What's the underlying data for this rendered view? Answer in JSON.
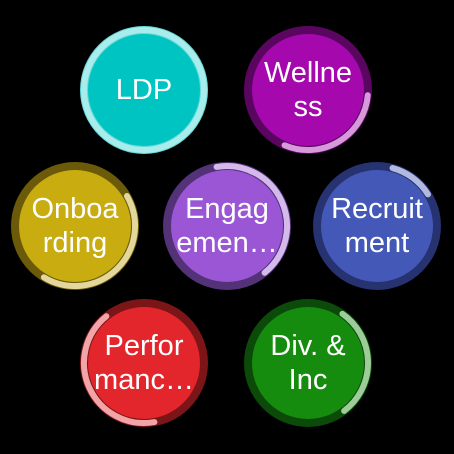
{
  "apps": [
    {
      "id": "ldp",
      "label": "LDP",
      "fill": "#00c4c2",
      "ring": "#64d8d8",
      "progress": 1.0,
      "progress_color": "#a8ecec",
      "start_deg": 0
    },
    {
      "id": "wellness",
      "label": "Wellne\nss",
      "fill": "#a508ad",
      "ring": "#5a0660",
      "progress": 0.3,
      "progress_color": "#d69adb",
      "start_deg": 95
    },
    {
      "id": "onboarding",
      "label": "Onboa\nrding",
      "fill": "#c8ac10",
      "ring": "#6a5a0a",
      "progress": 0.42,
      "progress_color": "#e4d79c",
      "start_deg": 60
    },
    {
      "id": "engagement",
      "label": "Engag\nemen…",
      "fill": "#9b56d6",
      "ring": "#533277",
      "progress": 0.42,
      "progress_color": "#d4b9ec",
      "start_deg": 350
    },
    {
      "id": "recruitment",
      "label": "Recruit\nment",
      "fill": "#4458b8",
      "ring": "#273270",
      "progress": 0.12,
      "progress_color": "#b1b9e0",
      "start_deg": 15
    },
    {
      "id": "performance",
      "label": "Perfor\nmanc…",
      "fill": "#e2262c",
      "ring": "#7c1517",
      "progress": 0.42,
      "progress_color": "#f2a4a7",
      "start_deg": 170
    },
    {
      "id": "div-inc",
      "label": "Div. &\nInc",
      "fill": "#168c0e",
      "ring": "#0b4a08",
      "progress": 0.3,
      "progress_color": "#9ccd99",
      "start_deg": 35
    }
  ]
}
